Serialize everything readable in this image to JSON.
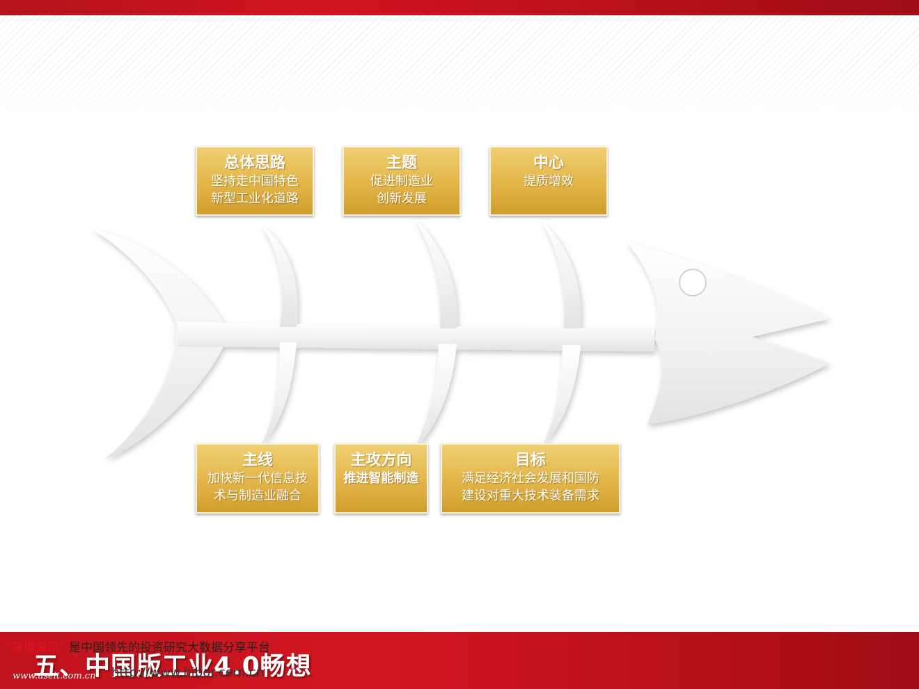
{
  "slide": {
    "title": "五、中国版工业4.0畅想"
  },
  "watermark": {
    "brand": "“慧博资讯”",
    "tagline": "是中国领先的投资研究大数据分享平台",
    "site_url": "www.useit.com.cn",
    "url": "http://www.hibor.com.cn"
  },
  "boxes_top": [
    {
      "title": "总体思路",
      "lines": [
        "坚持走中国特色",
        "新型工业化道路"
      ]
    },
    {
      "title": "主题",
      "lines": [
        "促进制造业",
        "创新发展"
      ]
    },
    {
      "title": "中心",
      "lines": [
        "提质增效"
      ]
    }
  ],
  "boxes_bottom": [
    {
      "title": "主线",
      "lines": [
        "加快新一代信息技",
        "术与制造业融合"
      ]
    },
    {
      "title": "主攻方向",
      "lines": [
        "推进智能制造"
      ]
    },
    {
      "title": "目标",
      "lines": [
        "满足经济社会发展和国防",
        "建设对重大技术装备需求"
      ]
    }
  ],
  "colors": {
    "bar_red": "#c8141e",
    "box_gold": "#e3b548",
    "fish": "#f2f2f2"
  }
}
